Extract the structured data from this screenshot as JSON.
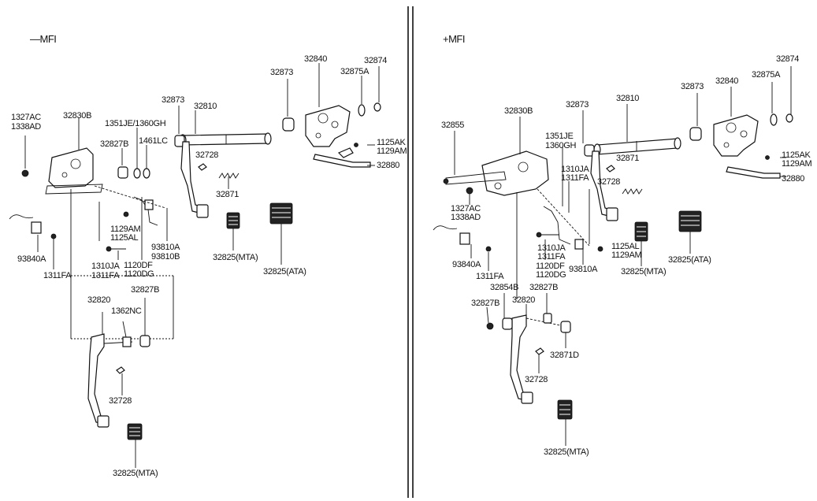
{
  "left": {
    "header": "—MFI",
    "labels": {
      "p1327ac": "1327AC",
      "p1338ad": "1338AD",
      "p32830b": "32830B",
      "p1351je": "1351JE/1360GH",
      "p32827b_a": "32827B",
      "p1461lc": "1461LC",
      "p32873_a": "32873",
      "p32810": "32810",
      "p32728_a": "32728",
      "p32871": "32871",
      "p32873_b": "32873",
      "p32840": "32840",
      "p32875a": "32875A",
      "p32874": "32874",
      "p1125ak": "1125AK",
      "p1129am_a": "1129AM",
      "p32880": "32880",
      "p1129am_b": "1129AM",
      "p1125al": "1125AL",
      "p93810a": "93810A",
      "p93810b": "93810B",
      "p93840a": "93840A",
      "p1311fa_a": "1311FA",
      "p1310ja": "1310JA",
      "p1311fa_b": "1311FA",
      "p1120df": "1120DF",
      "p1120dg": "1120DG",
      "p32825_mta_a": "32825(MTA)",
      "p32825_ata": "32825(ATA)",
      "p32820": "32820",
      "p32827b_b": "32827B",
      "p1362nc": "1362NC",
      "p32728_b": "32728",
      "p32825_mta_b": "32825(MTA)"
    }
  },
  "right": {
    "header": "+MFI",
    "labels": {
      "p32874": "32874",
      "p32873_a": "32873",
      "p32840": "32840",
      "p32875a": "32875A",
      "p32830b": "32830B",
      "p32873_b": "32873",
      "p32810": "32810",
      "p32855": "32855",
      "p1351je": "1351JE",
      "p1360gh": "1360GH",
      "p1125ak": "1125AK",
      "p1129am_a": "1129AM",
      "p32871": "32871",
      "p1310ja_a": "1310JA",
      "p1311fa_a": "1311FA",
      "p32728_a": "32728",
      "p32880": "32880",
      "p1327ac": "1327AC",
      "p1338ad": "1338AD",
      "p32825_ata": "32825(ATA)",
      "p93840a": "93840A",
      "p1310ja_b": "1310JA",
      "p1311fa_b": "1311FA",
      "p1125al": "1125AL",
      "p1129am_b": "1129AM",
      "p1311fa_c": "1311FA",
      "p1120df": "1120DF",
      "p1120dg": "1120DG",
      "p93810a": "93810A",
      "p32825_mta_a": "32825(MTA)",
      "p32854b": "32854B",
      "p32827b_a": "32827B",
      "p32827b_b": "32827B",
      "p32820": "32820",
      "p32871d": "32871D",
      "p32728_b": "32728",
      "p32825_mta_b": "32825(MTA)"
    }
  }
}
